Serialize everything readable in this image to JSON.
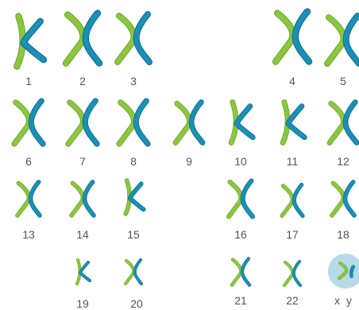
{
  "colors": {
    "green": "#8cc63f",
    "green_dark": "#6fa82d",
    "blue": "#1b8fb5",
    "blue_dark": "#0d6e8e",
    "highlight": "#b7dbe6",
    "label": "#555555"
  },
  "chromosomes": [
    {
      "label": "1",
      "shape": "k"
    },
    {
      "label": "2",
      "shape": "x"
    },
    {
      "label": "3",
      "shape": "x"
    },
    {
      "label": "4",
      "shape": "x"
    },
    {
      "label": "5",
      "shape": "x"
    },
    {
      "label": "6",
      "shape": "x"
    },
    {
      "label": "7",
      "shape": "x"
    },
    {
      "label": "8",
      "shape": "x"
    },
    {
      "label": "9",
      "shape": "x"
    },
    {
      "label": "10",
      "shape": "k"
    },
    {
      "label": "11",
      "shape": "k"
    },
    {
      "label": "12",
      "shape": "x"
    },
    {
      "label": "13",
      "shape": "x"
    },
    {
      "label": "14",
      "shape": "x"
    },
    {
      "label": "15",
      "shape": "k"
    },
    {
      "label": "16",
      "shape": "x"
    },
    {
      "label": "17",
      "shape": "x"
    },
    {
      "label": "18",
      "shape": "x"
    },
    {
      "label": "19",
      "shape": "k"
    },
    {
      "label": "20",
      "shape": "x"
    },
    {
      "label": "21",
      "shape": "x"
    },
    {
      "label": "22",
      "shape": "x"
    },
    {
      "label": "x y",
      "shape": "xy",
      "highlighted": true
    }
  ]
}
